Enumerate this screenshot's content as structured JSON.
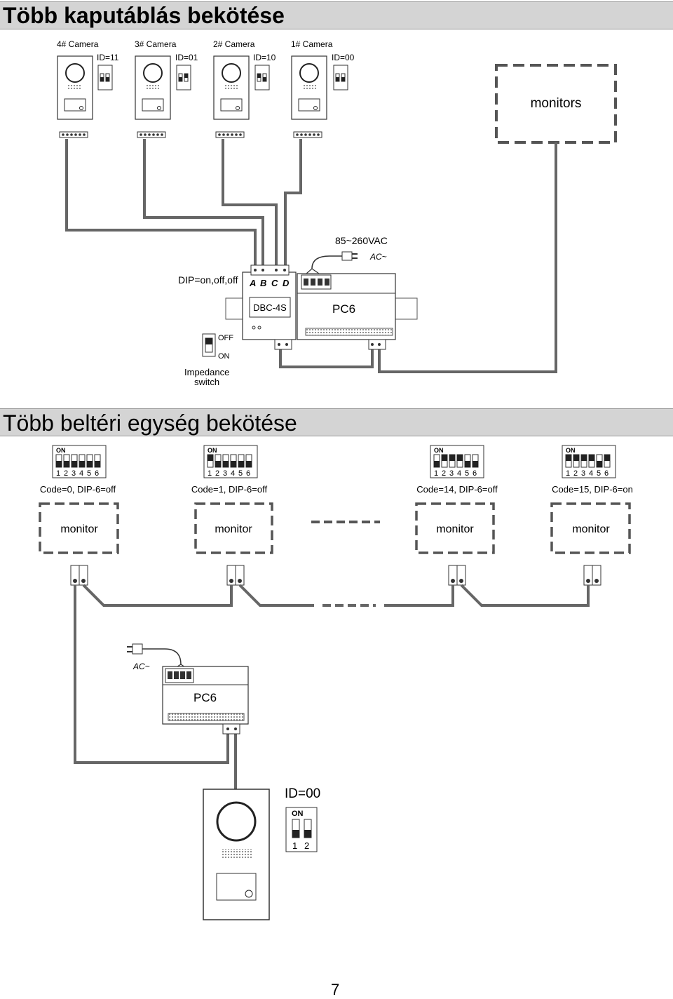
{
  "section1": {
    "title": "Több kaputáblás bekötése",
    "cameras": [
      {
        "label": "4# Camera",
        "id": "ID=11"
      },
      {
        "label": "3# Camera",
        "id": "ID=01"
      },
      {
        "label": "2# Camera",
        "id": "ID=10"
      },
      {
        "label": "1# Camera",
        "id": "ID=00"
      }
    ],
    "monitors_label": "monitors",
    "power_label": "85~260VAC",
    "ac_label": "AC~",
    "dip_label": "DIP=on,off,off",
    "terminals": [
      "A",
      "B",
      "C",
      "D"
    ],
    "dbc_label": "DBC-4S",
    "pc6_label": "PC6",
    "switch_off": "OFF",
    "switch_on": "ON",
    "impedance_label_line1": "Impedance",
    "impedance_label_line2": "switch"
  },
  "section2": {
    "title": "Több beltéri egység bekötése",
    "dip_on_label": "ON",
    "dip_numbers": [
      "1",
      "2",
      "3",
      "4",
      "5",
      "6"
    ],
    "monitors": [
      {
        "label": "monitor",
        "code": "Code=0, DIP-6=off"
      },
      {
        "label": "monitor",
        "code": "Code=1, DIP-6=off"
      },
      {
        "label": "monitor",
        "code": "Code=14, DIP-6=off"
      },
      {
        "label": "monitor",
        "code": "Code=15, DIP-6=on"
      }
    ],
    "ac_label": "AC~",
    "pc6_label": "PC6",
    "camera_id": "ID=00",
    "camera_dip_on": "ON",
    "camera_dip_numbers": [
      "1",
      "2"
    ]
  },
  "page_number": "7"
}
